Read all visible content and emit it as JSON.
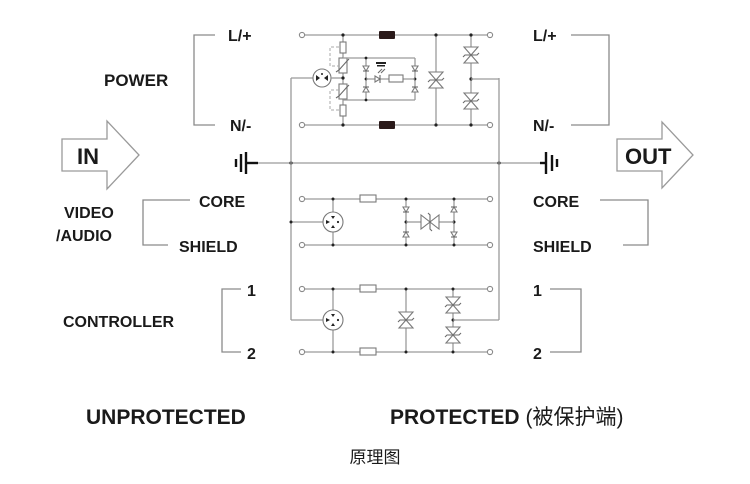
{
  "diagram": {
    "caption": "原理图",
    "left_side": {
      "arrow_label": "IN",
      "zone_label": "UNPROTECTED",
      "groups": [
        {
          "name": "POWER",
          "terminals": [
            "L/+",
            "N/-"
          ]
        },
        {
          "name_line1": "VIDEO",
          "name_line2": "/AUDIO",
          "terminals": [
            "CORE",
            "SHIELD"
          ]
        },
        {
          "name": "CONTROLLER",
          "terminals": [
            "1",
            "2"
          ]
        }
      ]
    },
    "right_side": {
      "arrow_label": "OUT",
      "zone_label": "PROTECTED",
      "zone_label_cn": "(被保护端)",
      "terminals": [
        "L/+",
        "N/-",
        "CORE",
        "SHIELD",
        "1",
        "2"
      ]
    },
    "ground_symbol": "earth-ground-icon",
    "colors": {
      "text": "#1a1a1a",
      "wire": "#9a9a9a",
      "inductor": "#2a1a1a",
      "background": "#ffffff"
    }
  }
}
